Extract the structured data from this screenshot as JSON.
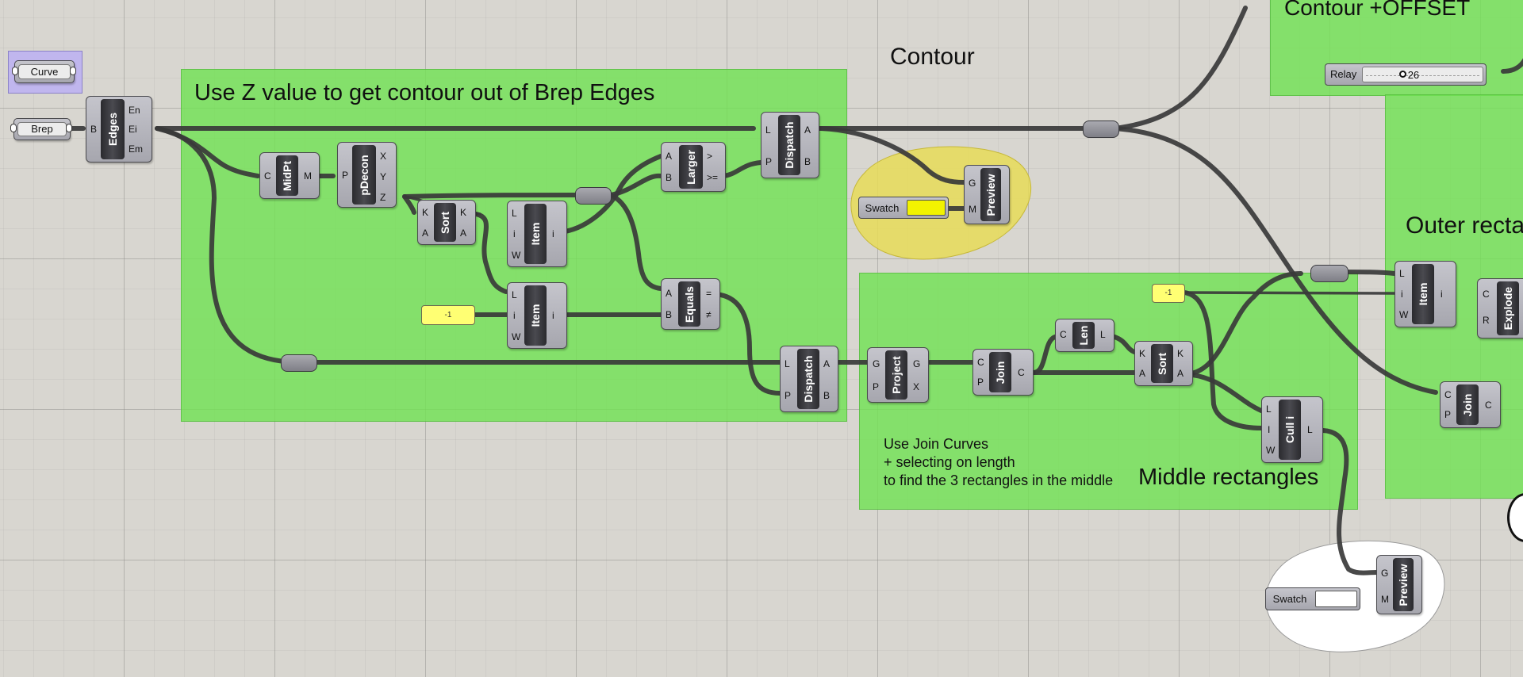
{
  "canvas": {
    "groups": {
      "brep_edges": {
        "title": "Use Z value to get contour out of Brep Edges"
      },
      "middle": {
        "title": "Middle rectangles"
      },
      "offset": {
        "title": "Contour +OFFSET"
      }
    },
    "labels": {
      "contour": "Contour",
      "outer": "Outer recta"
    },
    "note": {
      "line1": "Use Join Curves",
      "line2": "+ selecting on length",
      "line3": "to find the 3 rectangles in the middle"
    }
  },
  "params": {
    "curve": "Curve",
    "brep": "Brep"
  },
  "components": {
    "edges": {
      "name": "Edges",
      "in": [
        "B"
      ],
      "out": [
        "En",
        "Ei",
        "Em"
      ]
    },
    "midpt": {
      "name": "MidPt",
      "in": [
        "C"
      ],
      "out": [
        "M"
      ]
    },
    "pdecon": {
      "name": "pDecon",
      "in": [
        "P"
      ],
      "out": [
        "X",
        "Y",
        "Z"
      ]
    },
    "sort1": {
      "name": "Sort",
      "in": [
        "K",
        "A"
      ],
      "out": [
        "K",
        "A"
      ]
    },
    "item1": {
      "name": "Item",
      "in": [
        "L",
        "i",
        "W"
      ],
      "out": [
        "i"
      ]
    },
    "item2": {
      "name": "Item",
      "in": [
        "L",
        "i",
        "W"
      ],
      "out": [
        "i"
      ]
    },
    "larger": {
      "name": "Larger",
      "in": [
        "A",
        "B"
      ],
      "out": [
        ">",
        ">="
      ]
    },
    "equals": {
      "name": "Equals",
      "in": [
        "A",
        "B"
      ],
      "out": [
        "=",
        "≠"
      ]
    },
    "dispatch1": {
      "name": "Dispatch",
      "in": [
        "L",
        "P"
      ],
      "out": [
        "A",
        "B"
      ]
    },
    "dispatch2": {
      "name": "Dispatch",
      "in": [
        "L",
        "P"
      ],
      "out": [
        "A",
        "B"
      ]
    },
    "preview1": {
      "name": "Preview",
      "in": [
        "G",
        "M"
      ]
    },
    "project": {
      "name": "Project",
      "in": [
        "G",
        "P"
      ],
      "out": [
        "G",
        "X"
      ]
    },
    "join1": {
      "name": "Join",
      "in": [
        "C",
        "P"
      ],
      "out": [
        "C"
      ]
    },
    "len": {
      "name": "Len",
      "in": [
        "C"
      ],
      "out": [
        "L"
      ]
    },
    "sort2": {
      "name": "Sort",
      "in": [
        "K",
        "A"
      ],
      "out": [
        "K",
        "A"
      ]
    },
    "culli": {
      "name": "Cull i",
      "in": [
        "L",
        "I",
        "W"
      ],
      "out": [
        "L"
      ]
    },
    "item3": {
      "name": "Item",
      "in": [
        "L",
        "i",
        "W"
      ],
      "out": [
        "i"
      ]
    },
    "explode": {
      "name": "Explode",
      "in": [
        "C",
        "R"
      ]
    },
    "join2": {
      "name": "Join",
      "in": [
        "C",
        "P"
      ],
      "out": [
        "C"
      ]
    },
    "preview2": {
      "name": "Preview",
      "in": [
        "G",
        "M"
      ]
    }
  },
  "panels": {
    "p1": "-1",
    "p2": "-1"
  },
  "swatches": {
    "s1": {
      "label": "Swatch",
      "color": "#f2f200"
    },
    "s2": {
      "label": "Swatch",
      "color": "#ffffff"
    }
  },
  "slider": {
    "label": "Relay",
    "value": "26",
    "fraction": 0.3
  },
  "colors": {
    "group": "#72e254",
    "preview_blob_1": "#e8dc58",
    "preview_blob_2": "#ffffff"
  }
}
